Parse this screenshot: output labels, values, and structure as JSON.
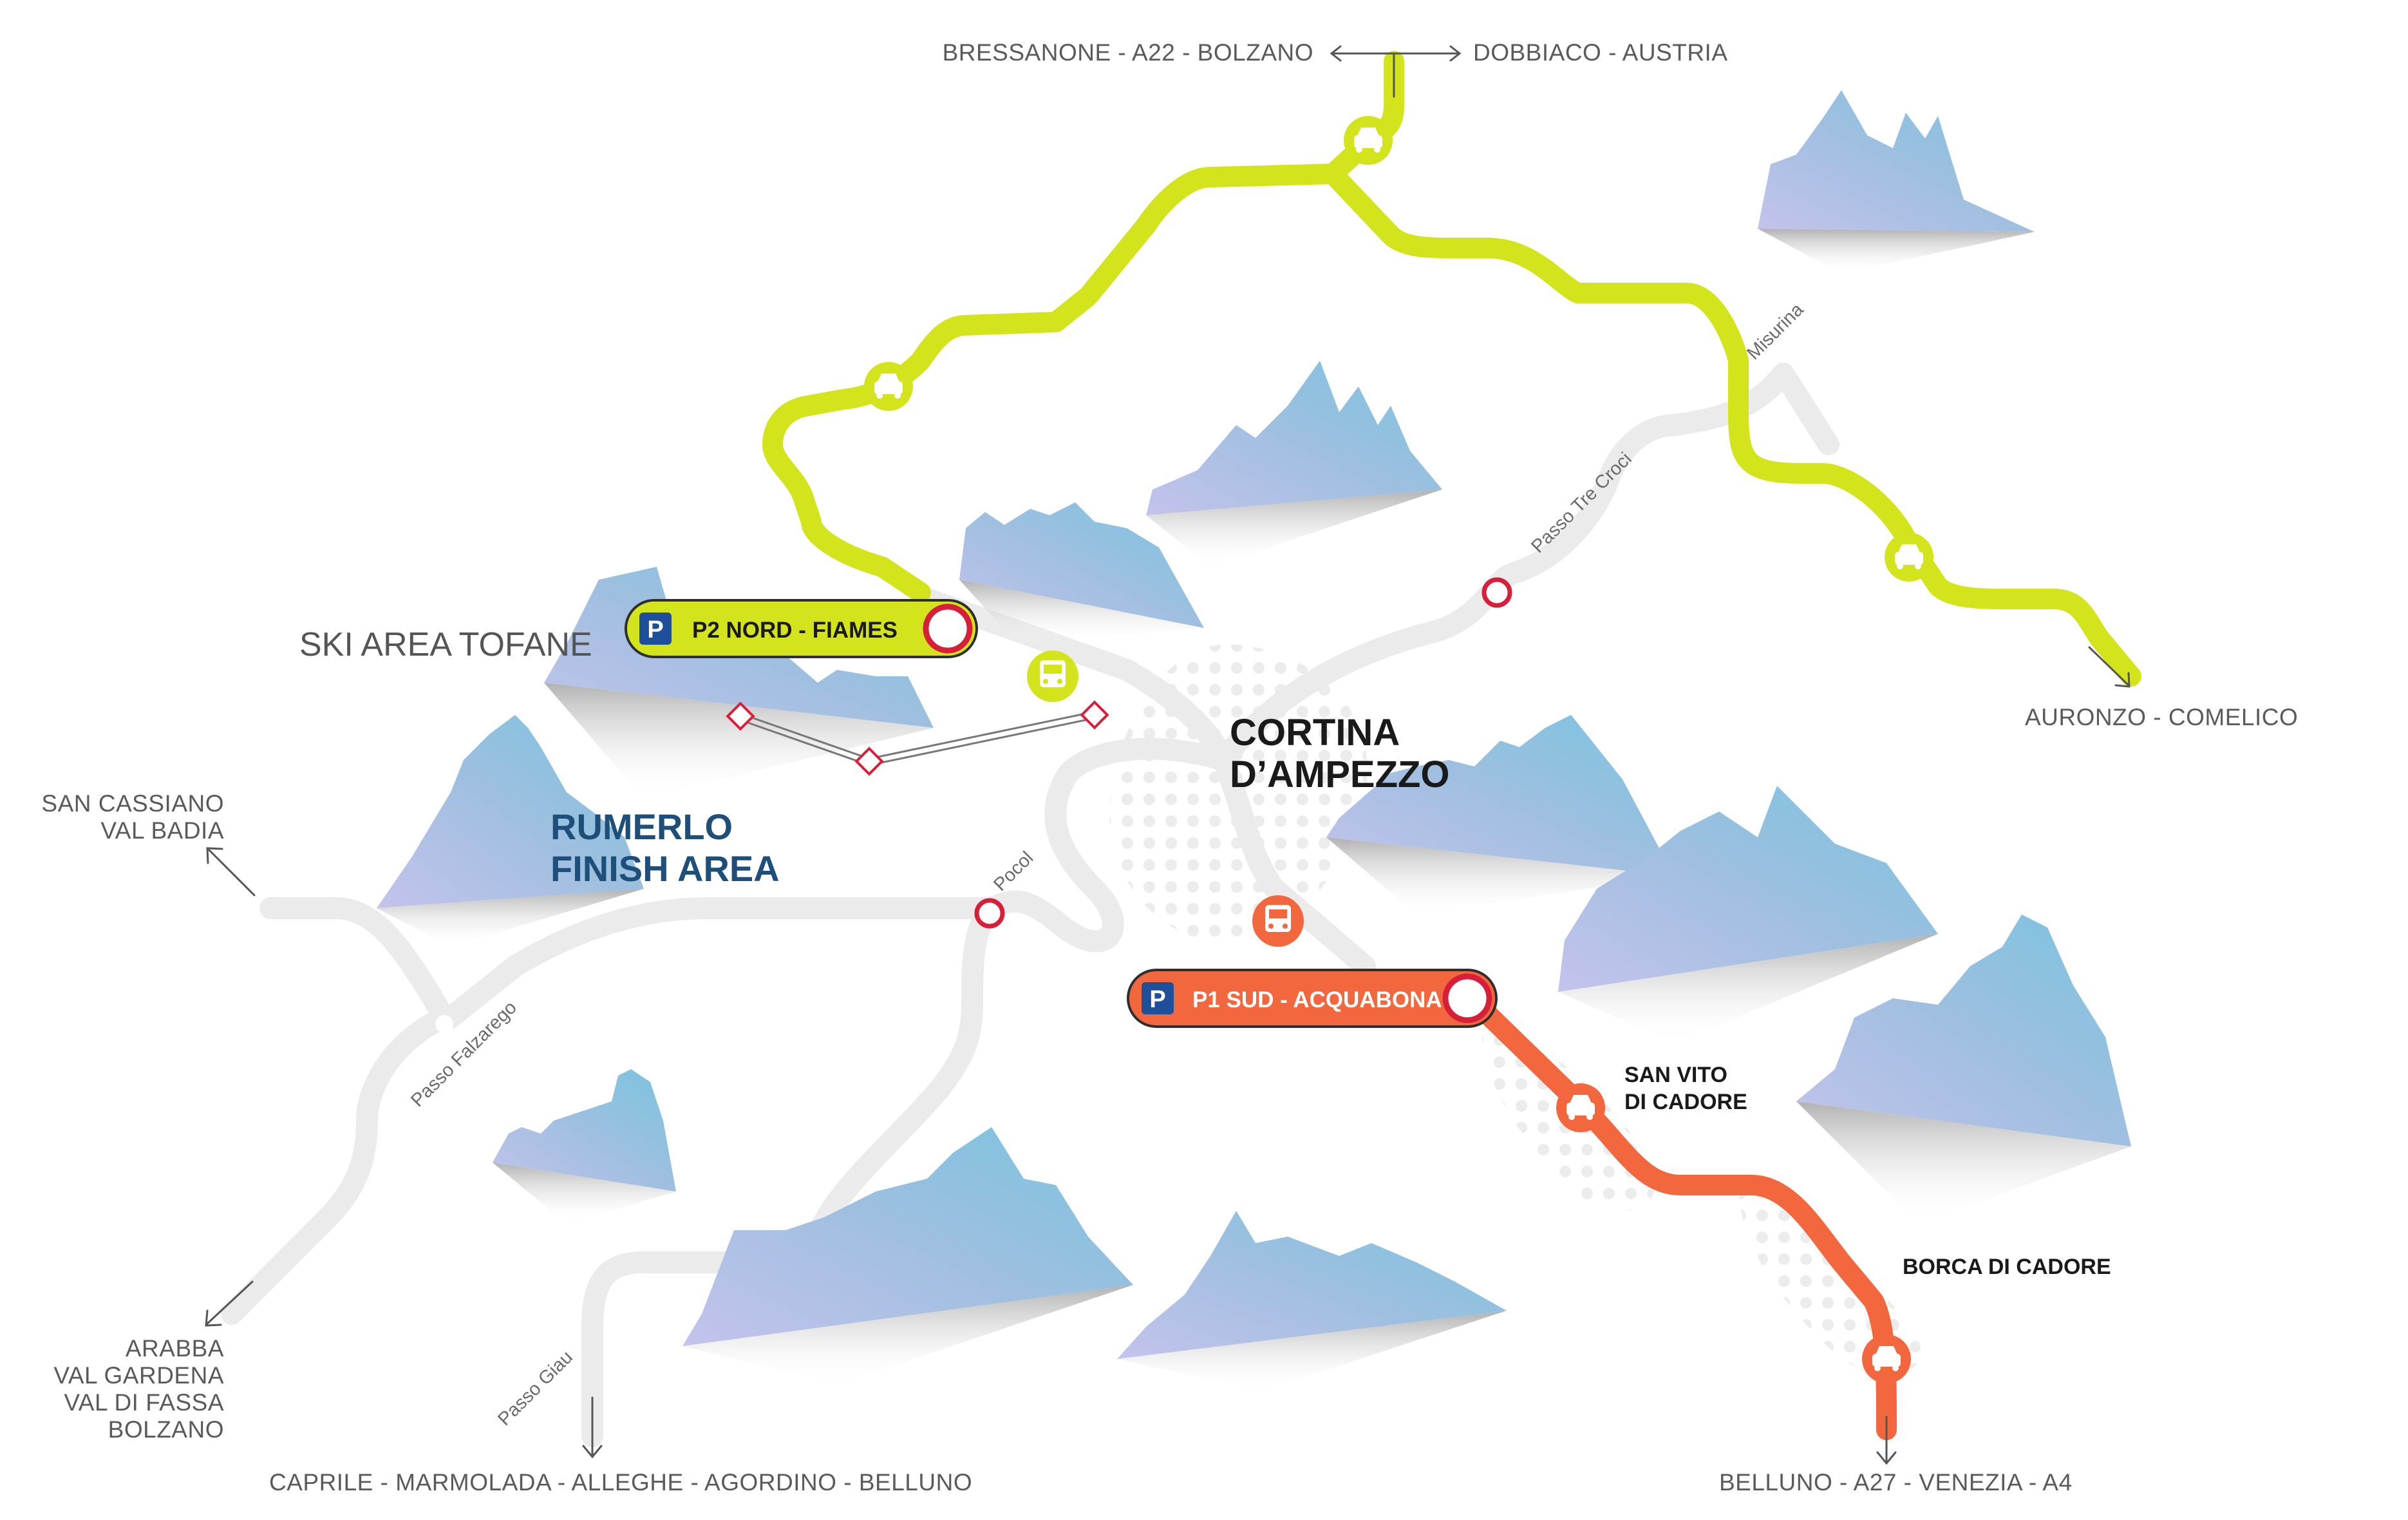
{
  "destinations": {
    "north_west": "BRESSANONE - A22 - BOLZANO",
    "north_east": "DOBBIACO - AUSTRIA",
    "east": "AURONZO - COMELICO",
    "west_line1": "SAN CASSIANO",
    "west_line2": "VAL BADIA",
    "south_west_line1": "ARABBA",
    "south_west_line2": "VAL GARDENA",
    "south_west_line3": "VAL DI FASSA",
    "south_west_line4": "BOLZANO",
    "south": "CAPRILE - MARMOLADA - ALLEGHE - AGORDINO - BELLUNO",
    "south_east": "BELLUNO - A27 - VENEZIA - A4"
  },
  "passes": {
    "misurina": "Misurina",
    "tre_croci": "Passo Tre Croci",
    "pocol": "Pocol",
    "falzarego": "Passo Falzarego",
    "giau": "Passo Giau"
  },
  "areas": {
    "ski_area": "SKI AREA TOFANE",
    "finish_line1": "RUMERLO",
    "finish_line2": "FINISH AREA",
    "city_line1": "CORTINA",
    "city_line2": "D’AMPEZZO"
  },
  "towns": {
    "san_vito_line1": "SAN VITO",
    "san_vito_line2": "DI CADORE",
    "borca": "BORCA DI CADORE"
  },
  "parking": {
    "letter": "P",
    "north": "P2 NORD - FIAMES",
    "south": "P1 SUD - ACQUABONA"
  },
  "icons": {
    "car": "car-icon",
    "bus": "bus-icon",
    "parking": "parking-icon",
    "stop": "stop-ring-icon",
    "cable_car": "cable-car-station-icon"
  },
  "colors": {
    "north_route": "#d4e41c",
    "south_route": "#f2673e",
    "road": "#ebebeb",
    "stop_ring": "#d81f3a",
    "parking_blue": "#1d4f9a",
    "finish_text": "#1d4f7a"
  }
}
